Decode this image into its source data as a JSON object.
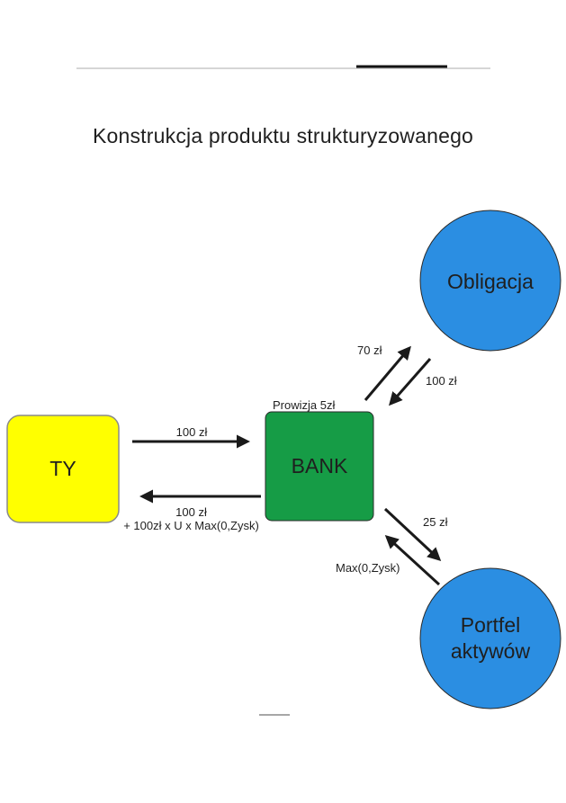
{
  "title": "Konstrukcja produktu strukturyzowanego",
  "colors": {
    "ty_fill": "#ffff00",
    "bank_fill": "#169c46",
    "obligacja_fill": "#2b8ee2",
    "portfel_fill": "#2b8ee2",
    "arrow": "#1a1a1a"
  },
  "nodes": {
    "ty": {
      "label": "TY"
    },
    "bank": {
      "label": "BANK",
      "note": "Prowizja 5zł"
    },
    "obligacja": {
      "label": "Obligacja"
    },
    "portfel": {
      "line1": "Portfel",
      "line2": "aktywów"
    }
  },
  "flows": {
    "ty_to_bank": "100 zł",
    "bank_to_ty": "100 zł",
    "bank_to_ty_extra": "+ 100zł x U x Max(0,Zysk)",
    "bank_to_obligacja": "70 zł",
    "obligacja_to_bank": "100 zł",
    "bank_to_portfel": "25 zł",
    "portfel_to_bank": "Max(0,Zysk)"
  }
}
